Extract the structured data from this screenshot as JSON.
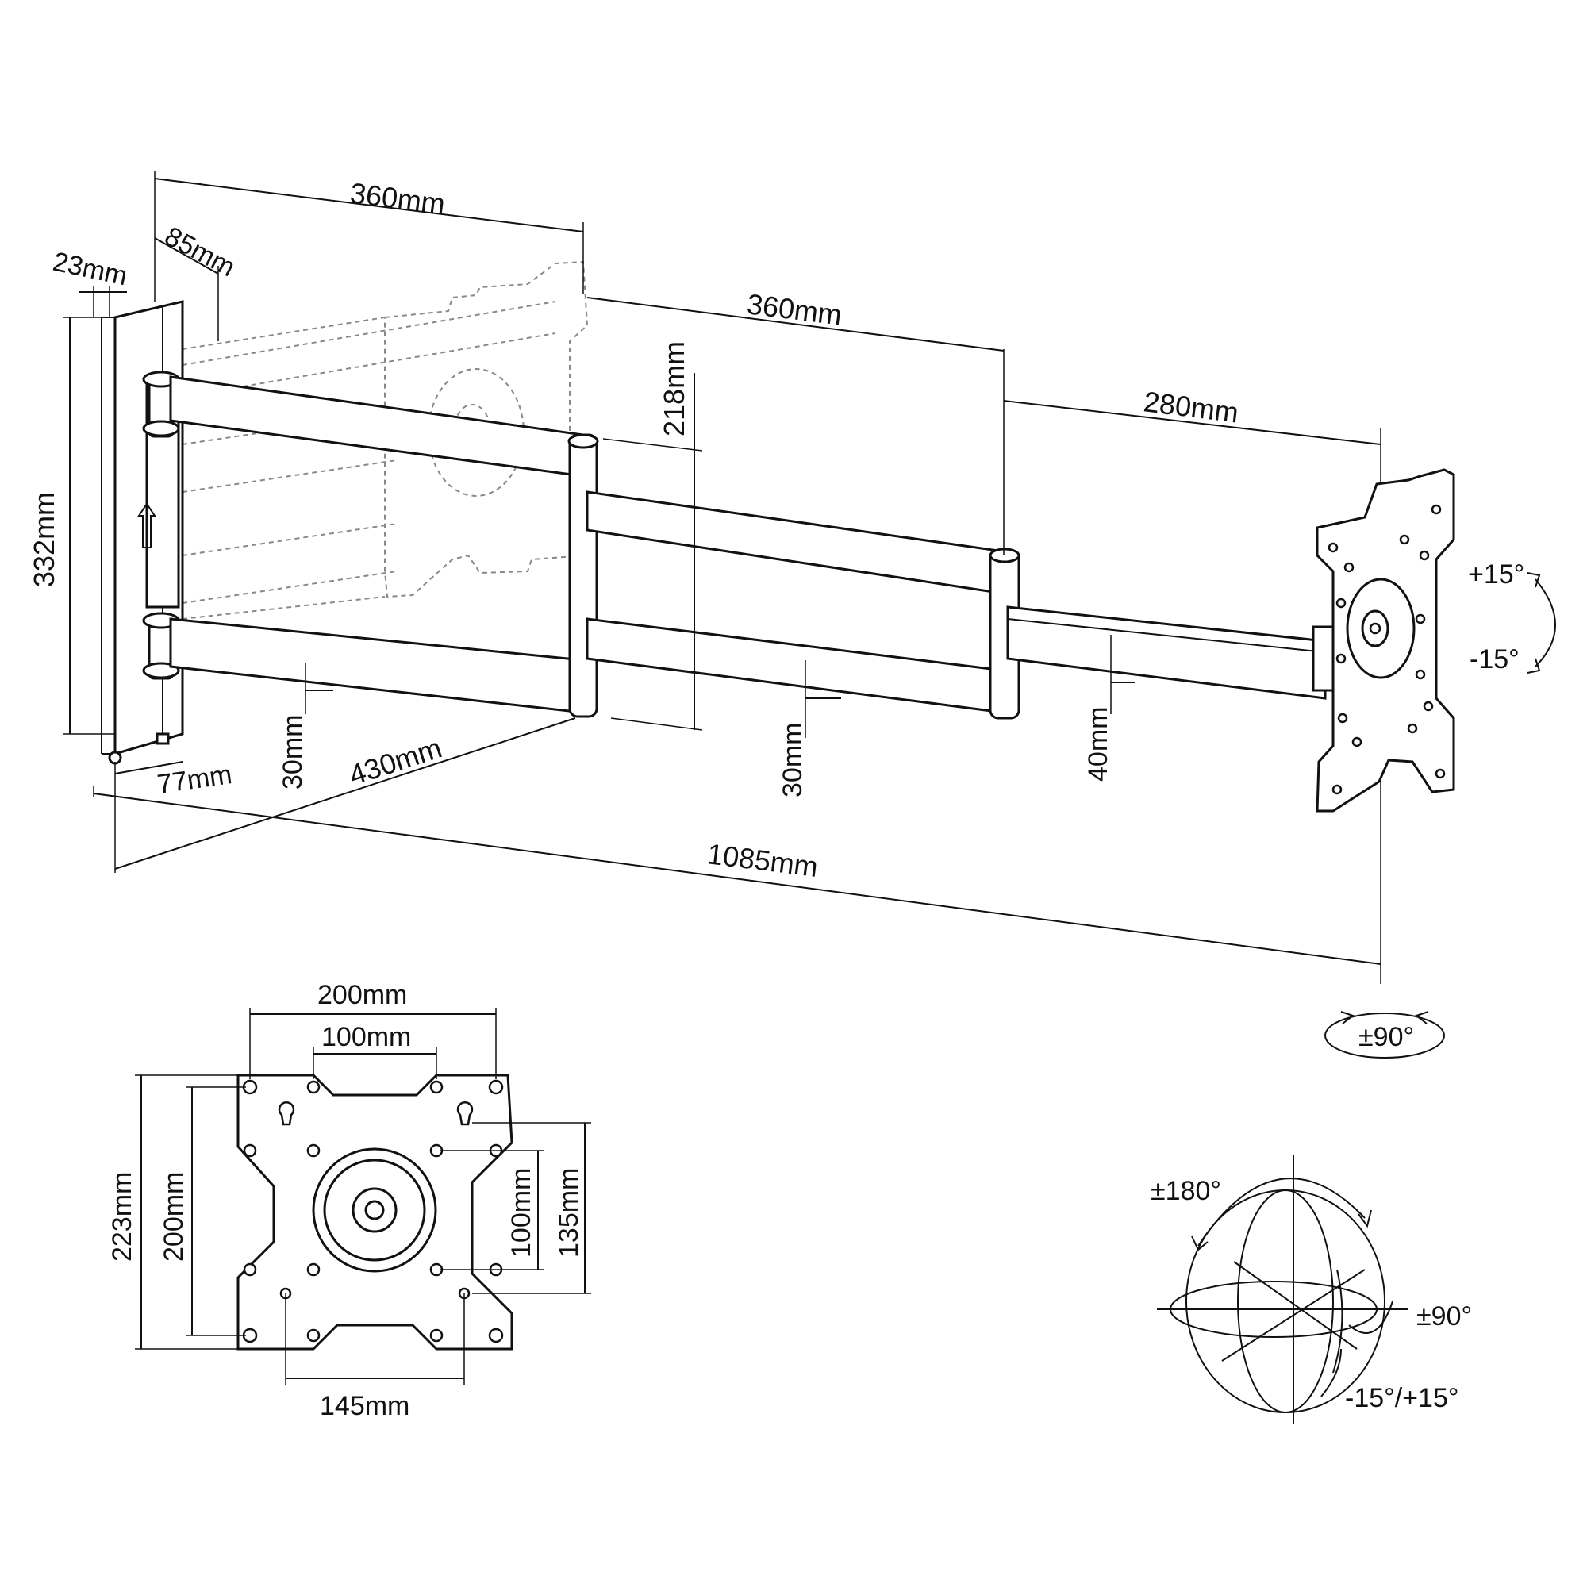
{
  "labels": {
    "top_depth": "360mm",
    "plate_offset": "85mm",
    "wall_thickness": "23mm",
    "wall_height": "332mm",
    "arm2_length": "360mm",
    "arm_height": "218mm",
    "arm3_length": "280mm",
    "tilt_up": "+15°",
    "tilt_down": "-15°",
    "wall_bottom": "77mm",
    "arm1_tube": "30mm",
    "arm1_length": "430mm",
    "arm2_tube": "30mm",
    "arm3_tube": "40mm",
    "total_length": "1085mm",
    "swivel": "±90°"
  },
  "vesa": {
    "outer_width": "200mm",
    "inner_width": "100mm",
    "plate_height": "223mm",
    "outer_height": "200mm",
    "inner_height": "100mm",
    "slot_height": "135mm",
    "slot_width": "145mm"
  },
  "rotation": {
    "rotate": "±180°",
    "swivel": "±90°",
    "tilt": "-15°/+15°"
  }
}
